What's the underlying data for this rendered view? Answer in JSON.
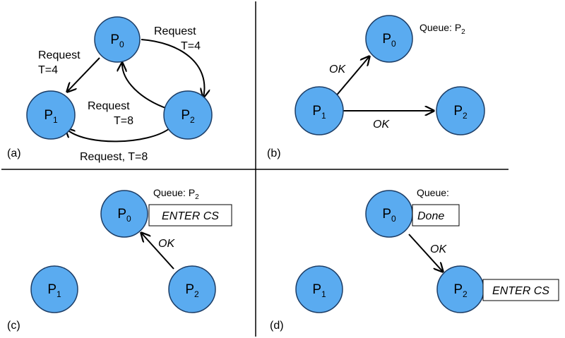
{
  "panels": {
    "a": {
      "label": "(a)",
      "node_p0": {
        "main": "P",
        "sub": "0"
      },
      "node_p1": {
        "main": "P",
        "sub": "1"
      },
      "node_p2": {
        "main": "P",
        "sub": "2"
      },
      "req_p0_p1": [
        "Request",
        "T=4"
      ],
      "req_p0_p2": [
        "Request",
        "T=4"
      ],
      "req_p2_p0": [
        "Request",
        "T=8"
      ],
      "req_p2_p1": "Request,  T=8"
    },
    "b": {
      "label": "(b)",
      "queue": {
        "main": "Queue: P",
        "sub": "2"
      },
      "node_p0": {
        "main": "P",
        "sub": "0"
      },
      "node_p1": {
        "main": "P",
        "sub": "1"
      },
      "node_p2": {
        "main": "P",
        "sub": "2"
      },
      "ok_p1_p0": "OK",
      "ok_p1_p2": "OK"
    },
    "c": {
      "label": "(c)",
      "queue": {
        "main": "Queue: P",
        "sub": "2"
      },
      "node_p0": {
        "main": "P",
        "sub": "0"
      },
      "node_p1": {
        "main": "P",
        "sub": "1"
      },
      "node_p2": {
        "main": "P",
        "sub": "2"
      },
      "status_box": "ENTER CS",
      "ok_p2_p0": "OK"
    },
    "d": {
      "label": "(d)",
      "queue": {
        "main": "Queue:"
      },
      "node_p0": {
        "main": "P",
        "sub": "0"
      },
      "node_p1": {
        "main": "P",
        "sub": "1"
      },
      "node_p2": {
        "main": "P",
        "sub": "2"
      },
      "done_box": "Done",
      "status_box": "ENTER CS",
      "ok_p0_p2": "OK"
    }
  },
  "colors": {
    "node_fill": "#5aabf0",
    "node_stroke": "#1c3d66",
    "edge": "#000000"
  }
}
